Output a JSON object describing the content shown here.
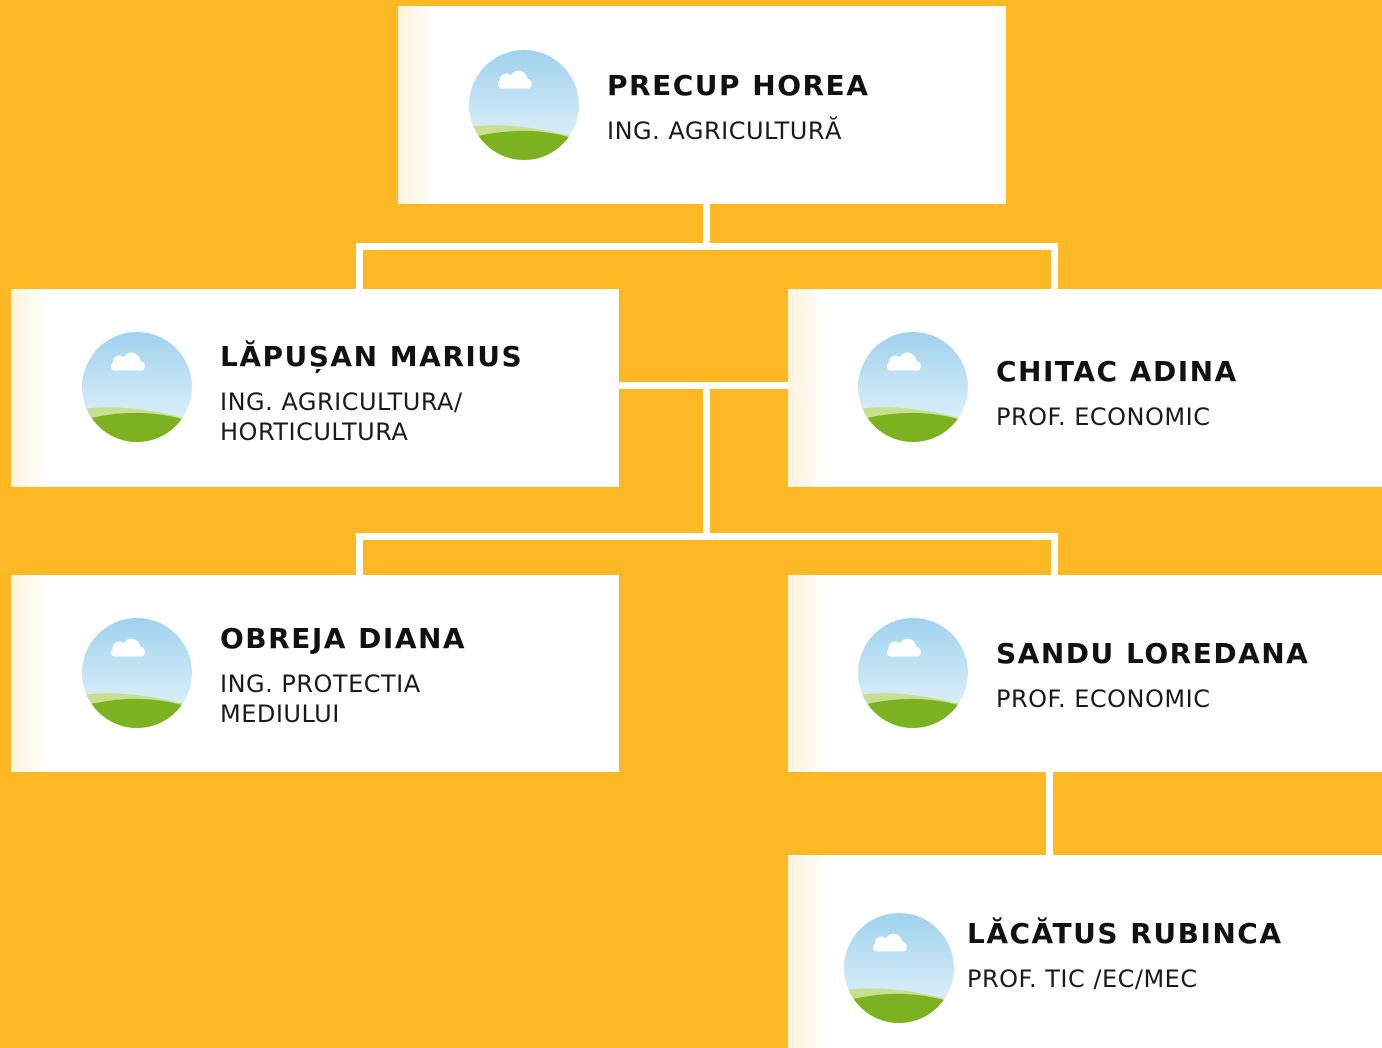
{
  "colors": {
    "background": "#FDB824",
    "card": "#FFFFFF",
    "connector": "#FFFFFF",
    "avatar_sky": "#BFE3F5",
    "avatar_grass": "#7FB41E"
  },
  "avatar_icon": "landscape-placeholder-icon",
  "nodes": {
    "precup": {
      "name": "PRECUP HOREA",
      "role_lines": [
        "ING. AGRICULTURĂ"
      ]
    },
    "lapusan": {
      "name": "LĂPUȘAN MARIUS",
      "role_lines": [
        "ING. AGRICULTURA/",
        "HORTICULTURA"
      ]
    },
    "chitac": {
      "name": "CHITAC ADINA",
      "role_lines": [
        "PROF. ECONOMIC"
      ]
    },
    "obreja": {
      "name": "OBREJA DIANA",
      "role_lines": [
        "ING. PROTECTIA",
        "MEDIULUI"
      ]
    },
    "sandu": {
      "name": "SANDU LOREDANA",
      "role_lines": [
        "PROF. ECONOMIC"
      ]
    },
    "lacatus": {
      "name": "LĂCĂTUS RUBINCA",
      "role_lines": [
        "PROF. TIC /EC/MEC"
      ]
    }
  }
}
